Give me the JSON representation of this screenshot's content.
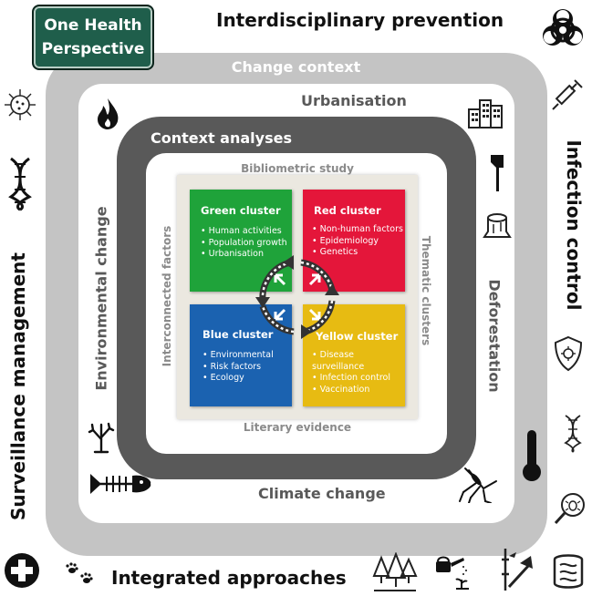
{
  "badge": {
    "line1": "One Health",
    "line2": "Perspective"
  },
  "outer": {
    "top": "Interdisciplinary prevention",
    "right": "Infection control",
    "bottom": "Integrated approaches",
    "left": "Surveillance management"
  },
  "light_ring": {
    "top": "Change context",
    "top_inner": "Urbanisation",
    "right": "Deforestation",
    "bottom": "Climate change",
    "left": "Environmental change"
  },
  "dark_ring": {
    "top": "Context analyses"
  },
  "panel": {
    "top": "Bibliometric study",
    "bottom": "Literary evidence",
    "left": "Interconnected factors",
    "right": "Thematic clusters"
  },
  "clusters": {
    "green": {
      "title": "Green cluster",
      "items": [
        "Human activities",
        "Population growth",
        "Urbanisation"
      ],
      "color": "#1fa33a"
    },
    "red": {
      "title": "Red cluster",
      "items": [
        "Non-human factors",
        "Epidemiology",
        "Genetics"
      ],
      "color": "#e4163a"
    },
    "blue": {
      "title": "Blue cluster",
      "items": [
        "Environmental",
        "Risk factors",
        "Ecology"
      ],
      "color": "#1b62b0"
    },
    "yellow": {
      "title": "Yellow cluster",
      "items": [
        "Disease surveillance",
        "Infection control",
        "Vaccination"
      ],
      "color": "#e7bb12"
    }
  },
  "icons": [
    "biohazard-icon",
    "virus-icon",
    "dna-icon",
    "syringe-icon",
    "buildings-icon",
    "axe-icon",
    "tree-stump-icon",
    "fire-icon",
    "bare-tree-icon",
    "fish-skeleton-icon",
    "thermometer-icon",
    "mosquito-icon",
    "shield-virus-icon",
    "magnifier-bug-icon",
    "medical-cross-icon",
    "paw-prints-icon",
    "forest-icon",
    "watering-can-icon",
    "bamboo-axe-icon",
    "intestine-icon"
  ]
}
